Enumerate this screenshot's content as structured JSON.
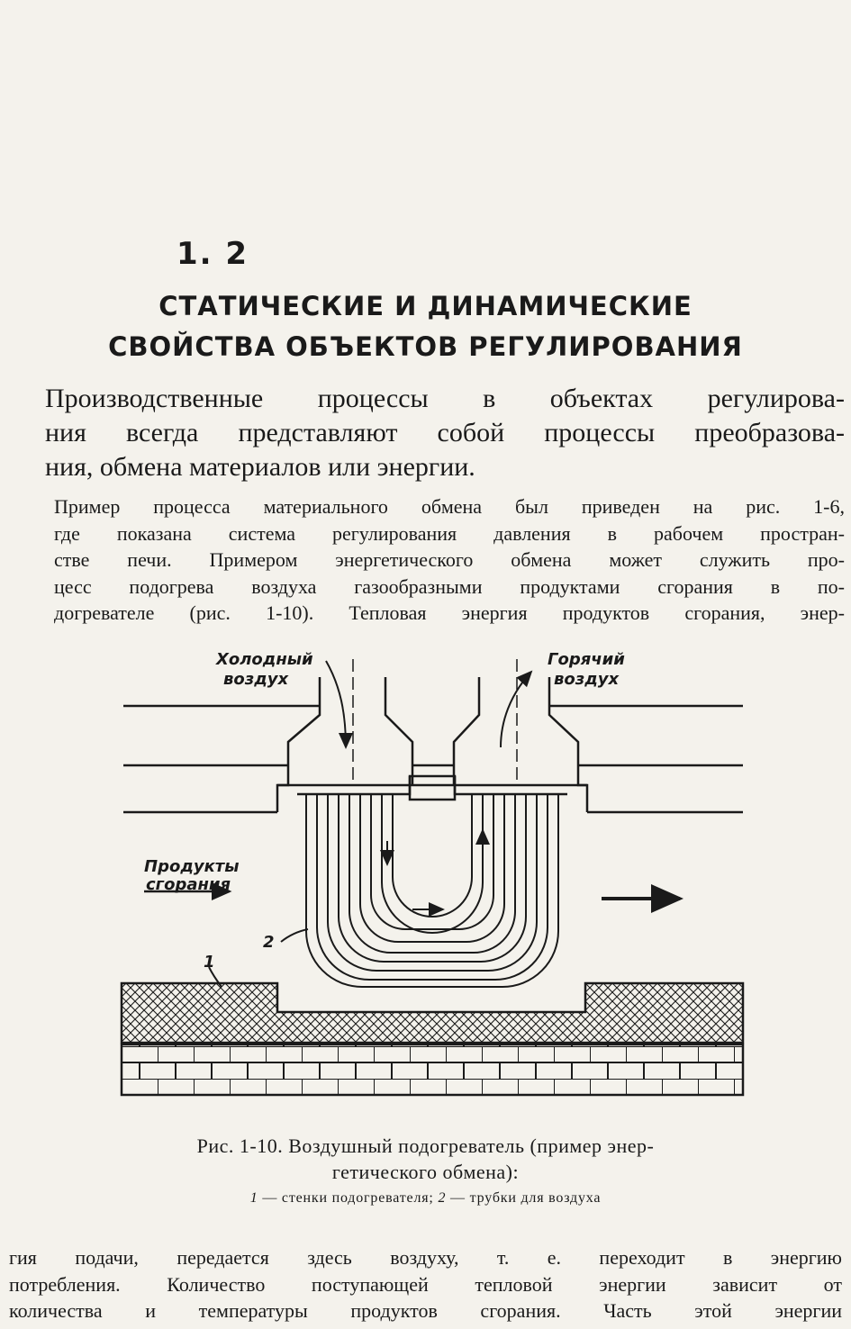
{
  "section": {
    "number": "1. 2",
    "title_lines": [
      "СТАТИЧЕСКИЕ И ДИНАМИЧЕСКИЕ",
      "СВОЙСТВА  ОБЪЕКТОВ  РЕГУЛИРОВАНИЯ"
    ]
  },
  "lead_lines": [
    "Производственные  процессы в объектах  регулирова-",
    "ния всегда представляют собой процессы  преобразова-",
    "ния, обмена материалов или энергии."
  ],
  "paragraph_lines": [
    "Пример процесса материального обмена был приведен на рис. 1-6,",
    "где показана система регулирования давления в рабочем простран-",
    "стве печи. Примером энергетического обмена может служить про-",
    "цесс подогрева воздуха газообразными продуктами сгорания в по-",
    "догревателе (рис. 1-10). Тепловая энергия продуктов сгорания, энер-"
  ],
  "figure": {
    "label_cold": [
      "Холодный",
      "воздух"
    ],
    "label_hot": [
      "Горячий",
      "воздух"
    ],
    "label_products": [
      "Продукты",
      "сгорания"
    ],
    "label_1": "1",
    "label_2": "2",
    "caption_lines": [
      "Рис.  1-10. Воздушный  подогреватель  (пример  энер-",
      "гетического  обмена):"
    ],
    "legend_num1": "1",
    "legend_text1": " — стенки подогревателя; ",
    "legend_num2": "2",
    "legend_text2": " — трубки для воздуха"
  },
  "paragraph2_lines": [
    "гия подачи,  передается  здесь  воздуху, т. е. переходит в энергию",
    "потребления. Количество поступающей тепловой энергии зависит от",
    "количества и температуры продуктов сгорания. Часть этой энергии"
  ]
}
